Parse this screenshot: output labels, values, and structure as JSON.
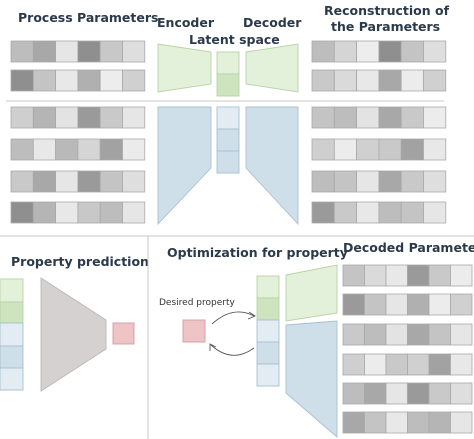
{
  "titles": {
    "process_parameters": "Process Parameters",
    "encoder": "Encoder",
    "decoder": "Decoder",
    "latent_space": "Latent space",
    "reconstruction_line1": "Reconstruction of",
    "reconstruction_line2": "the Parameters",
    "property_prediction": "Property prediction",
    "optimization": "Optimization for property",
    "decoded_parameters": "Decoded Parameters",
    "desired_property": "Desired property"
  },
  "colors": {
    "green_fill": "#e3f0da",
    "green_edge": "#b7d3a6",
    "blue_fill": "#cfdfe9",
    "blue_edge": "#a8bfd0",
    "light_blue_fill": "#e3ecf3",
    "gray_fill": "#d6d1d1",
    "gray_edge": "#bcb5b5",
    "pink_fill": "#eec4c7",
    "pink_edge": "#cf9ea2",
    "divider": "#c8c8c8"
  },
  "input_rows_shades": [
    [
      "#bdbdbd",
      "#a8a8a8",
      "#e6e6e6",
      "#8f8f8f",
      "#c8c8c8",
      "#dedede"
    ],
    [
      "#8f8f8f",
      "#c4c4c4",
      "#e8e8e8",
      "#b0b0b0",
      "#ededed",
      "#d0d0d0"
    ],
    [
      "#cfcfcf",
      "#b5b5b5",
      "#e3e3e3",
      "#9a9a9a",
      "#c9c9c9",
      "#e6e6e6"
    ],
    [
      "#bdbdbd",
      "#e8e8e8",
      "#b9b9b9",
      "#d5d5d5",
      "#a2a2a2",
      "#ebebeb"
    ],
    [
      "#c9c9c9",
      "#a8a8a8",
      "#e6e6e6",
      "#9a9a9a",
      "#c4c4c4",
      "#dedede"
    ],
    [
      "#8f8f8f",
      "#b5b5b5",
      "#e8e8e8",
      "#c8c8c8",
      "#bdbdbd",
      "#e6e6e6"
    ]
  ],
  "recon_rows_shades": [
    [
      "#bdbdbd",
      "#d5d5d5",
      "#ededed",
      "#8f8f8f",
      "#c4c4c4",
      "#dedede"
    ],
    [
      "#c9c9c9",
      "#dadada",
      "#e8e8e8",
      "#a8a8a8",
      "#ececec",
      "#d0d0d0"
    ],
    [
      "#c4c4c4",
      "#bdbdbd",
      "#e3e3e3",
      "#a8a8a8",
      "#c9c9c9",
      "#ececec"
    ],
    [
      "#cfcfcf",
      "#ececec",
      "#d0d0d0",
      "#c9c9c9",
      "#a2a2a2",
      "#e8e8e8"
    ],
    [
      "#bdbdbd",
      "#c4c4c4",
      "#e6e6e6",
      "#a8a8a8",
      "#c9c9c9",
      "#dedede"
    ],
    [
      "#9a9a9a",
      "#c9c9c9",
      "#e8e8e8",
      "#bdbdbd",
      "#c4c4c4",
      "#e6e6e6"
    ]
  ],
  "decoded_rows_shades": [
    [
      "#c4c4c4",
      "#dadada",
      "#e8e8e8",
      "#9a9a9a",
      "#c9c9c9",
      "#ececec"
    ],
    [
      "#9a9a9a",
      "#c4c4c4",
      "#e6e6e6",
      "#b0b0b0",
      "#ececec",
      "#d0d0d0"
    ],
    [
      "#c9c9c9",
      "#bdbdbd",
      "#e3e3e3",
      "#a8a8a8",
      "#c4c4c4",
      "#e6e6e6"
    ],
    [
      "#cfcfcf",
      "#ececec",
      "#c9c9c9",
      "#d0d0d0",
      "#a2a2a2",
      "#e8e8e8"
    ],
    [
      "#bdbdbd",
      "#a8a8a8",
      "#e6e6e6",
      "#9a9a9a",
      "#c9c9c9",
      "#dedede"
    ],
    [
      "#a8a8a8",
      "#c4c4c4",
      "#e8e8e8",
      "#bdbdbd",
      "#b5b5b5",
      "#e6e6e6"
    ]
  ]
}
